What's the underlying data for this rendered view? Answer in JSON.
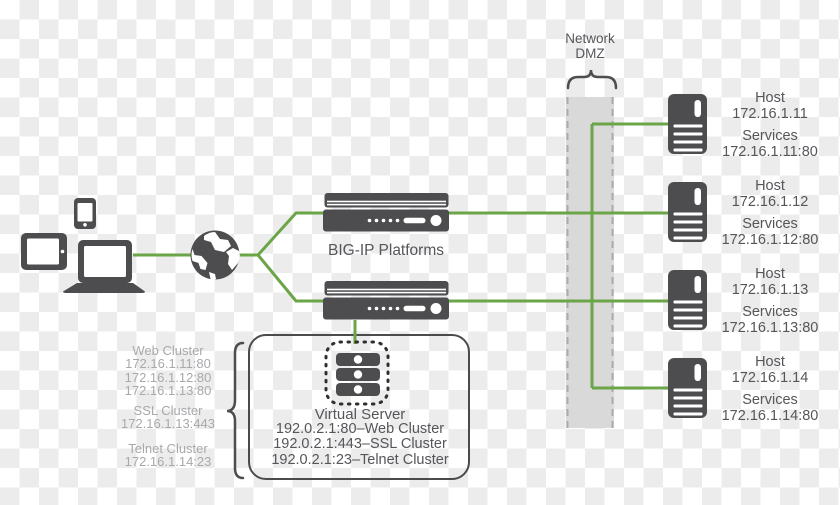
{
  "labels": {
    "network_dmz_line1": "Network",
    "network_dmz_line2": "DMZ",
    "big_ip": "BIG-IP Platforms"
  },
  "virtual_server": {
    "title": "Virtual Server",
    "mappings": [
      "192.0.2.1:80–Web Cluster",
      "192.0.2.1:443–SSL Cluster",
      "192.0.2.1:23–Telnet Cluster"
    ]
  },
  "clusters": [
    {
      "name": "Web Cluster",
      "members": [
        "172.16.1.11:80",
        "172.16.1.12:80",
        "172.16.1.13:80"
      ]
    },
    {
      "name": "SSL Cluster",
      "members": [
        "172.16.1.13:443"
      ]
    },
    {
      "name": "Telnet Cluster",
      "members": [
        "172.16.1.14:23"
      ]
    }
  ],
  "hosts": [
    {
      "label": "Host",
      "ip": "172.16.1.11",
      "services_label": "Services",
      "service": "172.16.1.11:80"
    },
    {
      "label": "Host",
      "ip": "172.16.1.12",
      "services_label": "Services",
      "service": "172.16.1.12:80"
    },
    {
      "label": "Host",
      "ip": "172.16.1.13",
      "services_label": "Services",
      "service": "172.16.1.13:80"
    },
    {
      "label": "Host",
      "ip": "172.16.1.14",
      "services_label": "Services",
      "service": "172.16.1.14:80"
    }
  ],
  "colors": {
    "link_green": "#6BA547",
    "icon_dark": "#4D4D4F",
    "text_dark": "#55565A",
    "text_light": "#A7A9AC",
    "dmz_fill": "#D9D9D9",
    "dmz_border": "#ABABAB"
  }
}
